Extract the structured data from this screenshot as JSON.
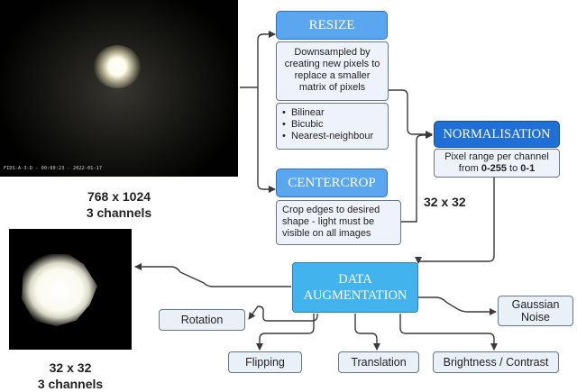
{
  "source_image": {
    "overlay_text": "FIDS-A-3-D - 00:00:23 - 2022-01-17",
    "caption_line1": "768 x 1024",
    "caption_line2": "3 channels"
  },
  "output_image": {
    "caption_line1": "32 x 32",
    "caption_line2": "3 channels"
  },
  "resize": {
    "title": "RESIZE",
    "description": "Downsampled by creating new pixels to replace a smaller matrix of pixels",
    "methods": [
      "Bilinear",
      "Bicubic",
      "Nearest-neighbour"
    ]
  },
  "centercrop": {
    "title": "CENTERCROP",
    "description": "Crop edges to desired shape - light must be visible on all images"
  },
  "size_label": "32 x 32",
  "normalisation": {
    "title": "NORMALISATION",
    "line1": "Pixel range per channel",
    "from_text": "from",
    "from_value": "0-255",
    "to_text": "to",
    "to_value": "0-1"
  },
  "augmentation": {
    "title_line1": "DATA",
    "title_line2": "AUGMENTATION",
    "operations": {
      "rotation": "Rotation",
      "flipping": "Flipping",
      "translation": "Translation",
      "brightness": "Brightness / Contrast",
      "gaussian_noise": "Gaussian Noise"
    }
  },
  "colors": {
    "header_blue": "#5aa6ef",
    "normalisation_blue": "#1f6fd6",
    "augmentation_blue": "#43b3ee",
    "box_fill": "#eef3fb",
    "connector": "#3a3a3a"
  }
}
